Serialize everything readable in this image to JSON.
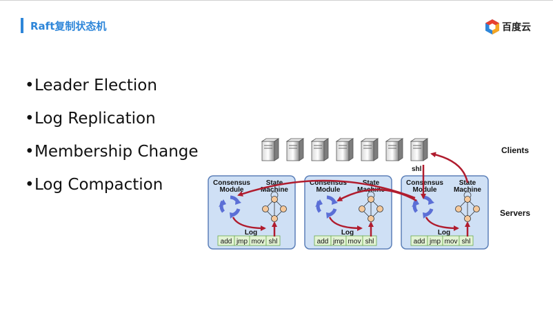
{
  "header": {
    "title": "Raft复制状态机",
    "brand": "百度云",
    "accent": "#2e86d9"
  },
  "bullets": [
    "Leader Election",
    "Log Replication",
    "Membership Change",
    "Log Compaction"
  ],
  "diagram": {
    "clients_label": "Clients",
    "servers_label": "Servers",
    "client_count": 7,
    "command_label": "shl",
    "servers": [
      {
        "consensus": [
          "Consensus",
          "Module"
        ],
        "state": [
          "State",
          "Machine"
        ],
        "log_label": "Log",
        "entries": [
          "add",
          "jmp",
          "mov",
          "shl"
        ]
      },
      {
        "consensus": [
          "Consensus",
          "Module"
        ],
        "state": [
          "State",
          "Machine"
        ],
        "log_label": "Log",
        "entries": [
          "add",
          "jmp",
          "mov",
          "shl"
        ]
      },
      {
        "consensus": [
          "Consensus",
          "Module"
        ],
        "state": [
          "State",
          "Machine"
        ],
        "log_label": "Log",
        "entries": [
          "add",
          "jmp",
          "mov",
          "shl"
        ]
      }
    ],
    "colors": {
      "server_bg": "#cfe0f5",
      "server_border": "#5b7fb8",
      "arrow": "#b01c2e",
      "log_bg": "#e3f3d4",
      "log_border": "#6aa84f",
      "node": "#f5c89a"
    }
  }
}
